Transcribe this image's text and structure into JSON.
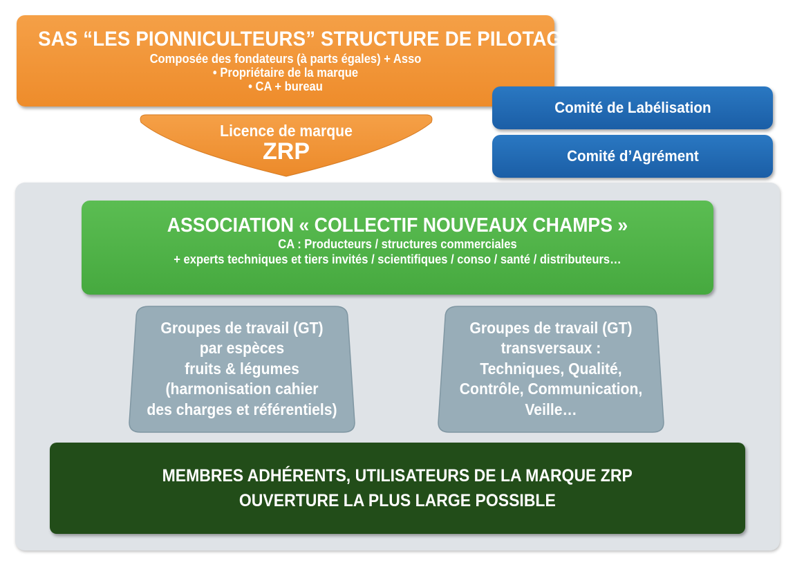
{
  "sas": {
    "title": "SAS “LES PIONNICULTEURS” STRUCTURE DE PILOTAGE",
    "lines": [
      "Composée des fondateurs (à parts égales) + Asso",
      "• Propriétaire de la marque",
      "• CA + bureau"
    ]
  },
  "licence": {
    "label": "Licence de marque",
    "brand": "ZRP"
  },
  "committees": [
    "Comité de Labélisation",
    "Comité d’Agrément"
  ],
  "association": {
    "title": "ASSOCIATION « COLLECTIF NOUVEAUX CHAMPS »",
    "lines": [
      "CA : Producteurs / structures commerciales",
      "+ experts techniques et tiers invités / scientifiques / conso / santé / distributeurs…"
    ]
  },
  "working_groups": [
    {
      "lines": [
        "Groupes de travail (GT)",
        "par espèces",
        "fruits & légumes",
        "(harmonisation cahier",
        "des charges et référentiels)"
      ]
    },
    {
      "lines": [
        "Groupes de travail (GT)",
        "transversaux :",
        "Techniques, Qualité,",
        "Contrôle, Communication,",
        "Veille…"
      ]
    }
  ],
  "members": {
    "lines": [
      "MEMBRES ADHÉRENTS, UTILISATEURS DE LA MARQUE ZRP",
      "OUVERTURE LA PLUS LARGE POSSIBLE"
    ]
  },
  "colors": {
    "sas_orange": "#f0922f",
    "committee_blue": "#1f66ae",
    "association_green": "#50b348",
    "working_group_grey": "#98adb8",
    "members_dark_green": "#224d19",
    "panel_grey": "#dfe3e7"
  }
}
